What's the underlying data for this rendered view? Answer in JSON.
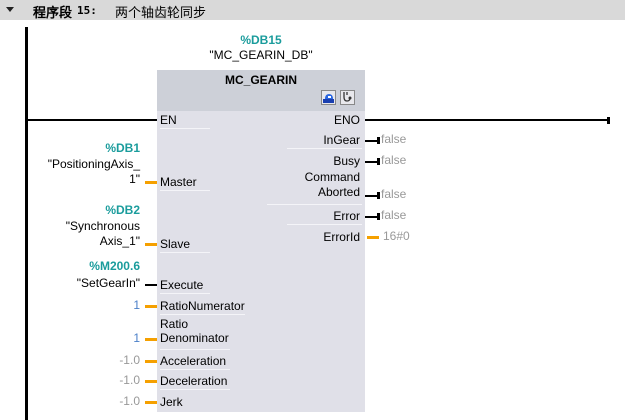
{
  "network": {
    "label": "程序段",
    "number": "15:",
    "title": "两个轴齿轮同步"
  },
  "instance": {
    "address": "%DB15",
    "name": "\"MC_GEARIN_DB\""
  },
  "block": {
    "title": "MC_GEARIN",
    "icons": [
      "download-icon",
      "diagnostics-stethoscope-icon"
    ],
    "inputs": {
      "en": "EN",
      "master": "Master",
      "slave": "Slave",
      "execute": "Execute",
      "ratio_numerator": "RatioNumerator",
      "ratio_denominator_l1": "Ratio",
      "ratio_denominator_l2": "Denominator",
      "acceleration": "Acceleration",
      "deceleration": "Deceleration",
      "jerk": "Jerk"
    },
    "outputs": {
      "eno": "ENO",
      "in_gear": "InGear",
      "busy": "Busy",
      "command_aborted_l1": "Command",
      "command_aborted_l2": "Aborted",
      "error": "Error",
      "error_id": "ErrorId"
    }
  },
  "operands": {
    "master": {
      "address": "%DB1",
      "name_l1": "\"PositioningAxis_",
      "name_l2": "1\""
    },
    "slave": {
      "address": "%DB2",
      "name_l1": "\"Synchronous",
      "name_l2": "Axis_1\""
    },
    "execute": {
      "address": "%M200.6",
      "name": "\"SetGearIn\""
    },
    "ratio_numerator": "1",
    "ratio_denominator": "1",
    "acceleration": "-1.0",
    "deceleration": "-1.0",
    "jerk": "-1.0"
  },
  "output_values": {
    "in_gear": "false",
    "busy": "false",
    "command_aborted": "false",
    "error": "false",
    "error_id": "16#0"
  },
  "colors": {
    "address": "#1a9c9c",
    "bool_connection": "#000000",
    "data_connection": "#f5a000",
    "block_body": "#e0e0e8",
    "block_header": "#cdd0d8",
    "header_bar": "#d9d9d9"
  }
}
